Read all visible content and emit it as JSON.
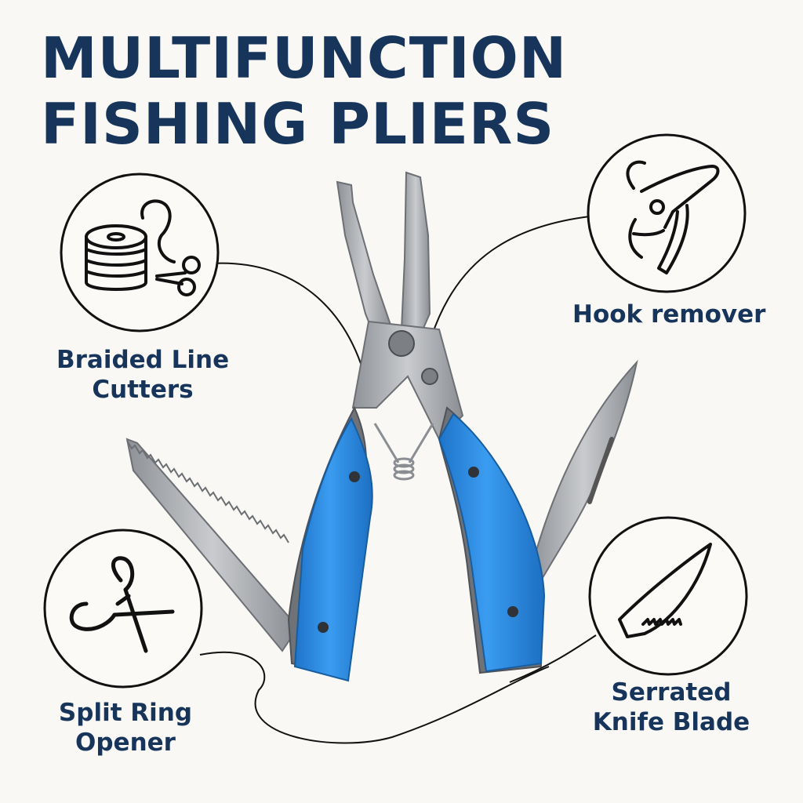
{
  "title": {
    "line1": "MULTIFUNCTION",
    "line2": "FISHING PLIERS"
  },
  "features": {
    "braided_line_cutters": {
      "line1": "Braided Line",
      "line2": "Cutters",
      "icon": "spool-scissors-icon"
    },
    "hook_remover": {
      "line1": "Hook remover",
      "icon": "hook-remover-icon"
    },
    "split_ring_opener": {
      "line1": "Split Ring",
      "line2": "Opener",
      "icon": "scissors-icon"
    },
    "serrated_knife_blade": {
      "line1": "Serrated",
      "line2": "Knife Blade",
      "icon": "serrated-blade-icon"
    }
  },
  "colors": {
    "title": "#17355b",
    "handle": "#2f8fe6",
    "steel": "#a6a9ad",
    "background": "#f9f8f4"
  }
}
